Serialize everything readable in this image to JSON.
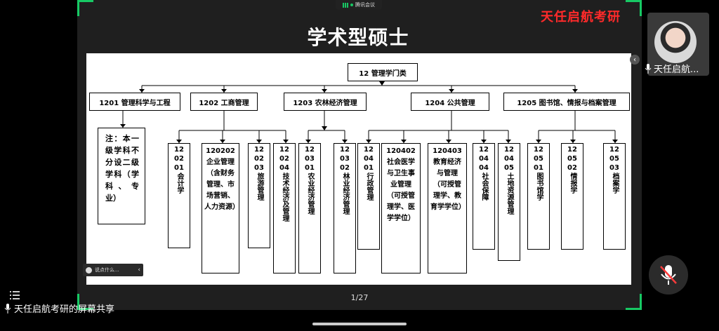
{
  "app": {
    "meeting_label": "腾讯会议",
    "share_label": "天任启航考研的屏幕共享",
    "participant_name": "天任启航...",
    "chat_placeholder": "说点什么...",
    "page_indicator": "1/27"
  },
  "slide": {
    "title": "学术型硕士",
    "brand": "天任启航考研",
    "root": "12 管理学门类",
    "categories": [
      {
        "label": "1201 管理科学与工程"
      },
      {
        "label": "1202 工商管理"
      },
      {
        "label": "1203 农林经济管理"
      },
      {
        "label": "1204 公共管理"
      },
      {
        "label": "1205 图书馆、情报与档案管理"
      }
    ],
    "note": "注：本一级学科不分设二级学科（学科、专业）",
    "subjects": [
      {
        "code": "120201",
        "name": "会计学"
      },
      {
        "code": "120202",
        "name": "企业管理（含财务管理、市场营销、人力资源）"
      },
      {
        "code": "120203",
        "name": "旅游管理"
      },
      {
        "code": "120204",
        "name": "技术经济及管理"
      },
      {
        "code": "120301",
        "name": "农业经济管理"
      },
      {
        "code": "120302",
        "name": "林业经济管理"
      },
      {
        "code": "120401",
        "name": "行政管理"
      },
      {
        "code": "120402",
        "name": "社会医学与卫生事业管理（可授管理学、医学学位）"
      },
      {
        "code": "120403",
        "name": "教育经济与管理（可授管理学、教育学学位）"
      },
      {
        "code": "120404",
        "name": "社会保障"
      },
      {
        "code": "120405",
        "name": "土地资源管理"
      },
      {
        "code": "120501",
        "name": "图书馆学"
      },
      {
        "code": "120502",
        "name": "情报学"
      },
      {
        "code": "120503",
        "name": "档案学"
      }
    ]
  },
  "colors": {
    "accent_green": "#17c964",
    "brand_red": "#ff2a2a",
    "slide_bg": "#ffffff",
    "app_bg": "#000000"
  },
  "icons": [
    "signal-icon",
    "status-dot-icon",
    "chat-emoji-icon",
    "chevron-left-icon",
    "microphone-icon",
    "microphone-muted-icon",
    "list-icon",
    "avatar"
  ]
}
